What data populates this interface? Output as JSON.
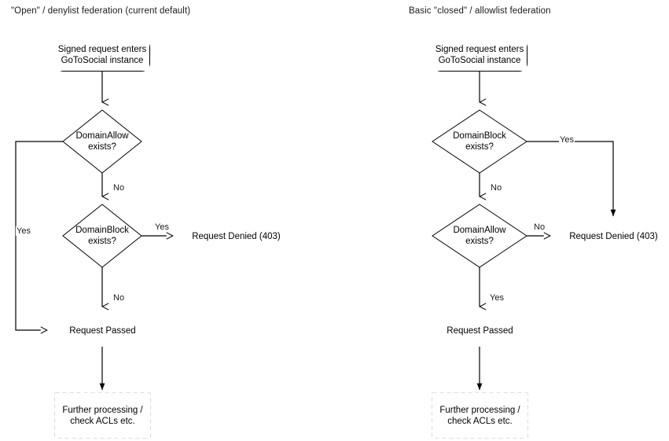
{
  "diagram": {
    "type": "flowchart",
    "background": "#ffffff",
    "stroke_color": "#000000",
    "text_color": "#000000",
    "panels": [
      {
        "id": "left",
        "title": "\"Open\" / denylist federation (current default)",
        "nodes": [
          {
            "id": "start-left",
            "shape": "rounded-rect",
            "label_line1": "Signed request enters",
            "label_line2": "GoToSocial instance"
          },
          {
            "id": "domainallow-left",
            "shape": "diamond",
            "label_line1": "DomainAllow",
            "label_line2": "exists?"
          },
          {
            "id": "domainblock-left",
            "shape": "diamond",
            "label_line1": "DomainBlock",
            "label_line2": "exists?"
          },
          {
            "id": "denied-left",
            "shape": "rounded-rect",
            "label_line1": "Request Denied (403)"
          },
          {
            "id": "passed-left",
            "shape": "rounded-rect",
            "label_line1": "Request Passed"
          },
          {
            "id": "further-left",
            "shape": "dashed-rect",
            "label_line1": "Further processing /",
            "label_line2": "check ACLs etc."
          }
        ],
        "edges": [
          {
            "from": "start-left",
            "to": "domainallow-left",
            "label": ""
          },
          {
            "from": "domainallow-left",
            "to": "passed-left",
            "label": "Yes"
          },
          {
            "from": "domainallow-left",
            "to": "domainblock-left",
            "label": "No"
          },
          {
            "from": "domainblock-left",
            "to": "denied-left",
            "label": "Yes"
          },
          {
            "from": "domainblock-left",
            "to": "passed-left",
            "label": "No"
          },
          {
            "from": "passed-left",
            "to": "further-left",
            "label": ""
          }
        ]
      },
      {
        "id": "right",
        "title": "Basic \"closed\" / allowlist federation",
        "nodes": [
          {
            "id": "start-right",
            "shape": "rounded-rect",
            "label_line1": "Signed request enters",
            "label_line2": "GoToSocial instance"
          },
          {
            "id": "domainblock-right",
            "shape": "diamond",
            "label_line1": "DomainBlock",
            "label_line2": "exists?"
          },
          {
            "id": "domainallow-right",
            "shape": "diamond",
            "label_line1": "DomainAllow",
            "label_line2": "exists?"
          },
          {
            "id": "denied-right",
            "shape": "rounded-rect",
            "label_line1": "Request Denied (403)"
          },
          {
            "id": "passed-right",
            "shape": "rounded-rect",
            "label_line1": "Request Passed"
          },
          {
            "id": "further-right",
            "shape": "dashed-rect",
            "label_line1": "Further processing /",
            "label_line2": "check ACLs etc."
          }
        ],
        "edges": [
          {
            "from": "start-right",
            "to": "domainblock-right",
            "label": ""
          },
          {
            "from": "domainblock-right",
            "to": "denied-right",
            "label": "Yes"
          },
          {
            "from": "domainblock-right",
            "to": "domainallow-right",
            "label": "No"
          },
          {
            "from": "domainallow-right",
            "to": "denied-right",
            "label": "No"
          },
          {
            "from": "domainallow-right",
            "to": "passed-right",
            "label": "Yes"
          },
          {
            "from": "passed-right",
            "to": "further-right",
            "label": ""
          }
        ]
      }
    ]
  },
  "left": {
    "title": "\"Open\" / denylist federation (current default)",
    "start_l1": "Signed request enters",
    "start_l2": "GoToSocial instance",
    "d1_l1": "DomainAllow",
    "d1_l2": "exists?",
    "d2_l1": "DomainBlock",
    "d2_l2": "exists?",
    "denied": "Request Denied (403)",
    "passed": "Request Passed",
    "further_l1": "Further processing /",
    "further_l2": "check ACLs etc.",
    "label_yes_allow": "Yes",
    "label_no_allow": "No",
    "label_yes_block": "Yes",
    "label_no_block": "No"
  },
  "right": {
    "title": "Basic \"closed\" / allowlist federation",
    "start_l1": "Signed request enters",
    "start_l2": "GoToSocial instance",
    "d1_l1": "DomainBlock",
    "d1_l2": "exists?",
    "d2_l1": "DomainAllow",
    "d2_l2": "exists?",
    "denied": "Request Denied (403)",
    "passed": "Request Passed",
    "further_l1": "Further processing /",
    "further_l2": "check ACLs etc.",
    "label_yes_block": "Yes",
    "label_no_block": "No",
    "label_no_allow": "No",
    "label_yes_allow": "Yes"
  }
}
